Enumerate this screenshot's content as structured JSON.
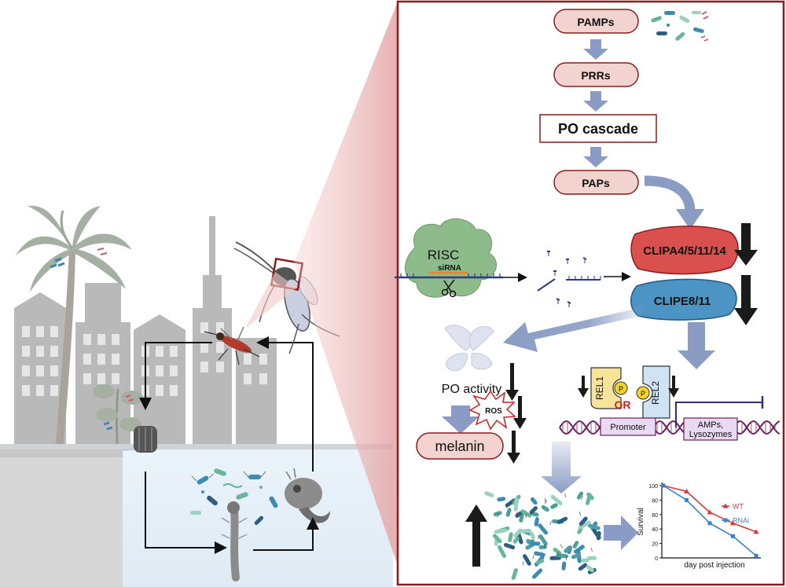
{
  "pathway": {
    "pamps": "PAMPs",
    "prrs": "PRRs",
    "po_cascade": "PO cascade",
    "paps": "PAPs",
    "clipa": "CLIPA4/5/11/14",
    "clipe": "CLIPE8/11",
    "risc": "RISC",
    "sirna": "siRNA",
    "po_activity": "PO activity",
    "ros": "ROS",
    "melanin": "melanin",
    "rel1": "REL1",
    "rel2": "REL2",
    "or": "OR",
    "p": "P",
    "promoter": "Promoter",
    "amps_line1": "AMPs,",
    "amps_line2": "Lysozymes"
  },
  "colors": {
    "frame": "#8b1c1c",
    "clipa_fill": "#d9504f",
    "clipe_fill": "#4b94c3",
    "pill_fill": "#f2d3d0",
    "arrow_blue": "#8a9cc4",
    "wt_line": "#d23a3a",
    "rnai_line": "#3b7fd0",
    "risc_fill": "#8dbb8a"
  },
  "chart_data": {
    "type": "line",
    "ylabel": "Survival",
    "xlabel": "day post injection",
    "ylim": [
      0,
      100
    ],
    "yticks": [
      "0",
      "20",
      "40",
      "60",
      "80",
      "100"
    ],
    "x": [
      0,
      1,
      2,
      3,
      4
    ],
    "series": [
      {
        "name": "WT",
        "values": [
          100,
          92,
          63,
          48,
          36
        ],
        "marker": "triangle"
      },
      {
        "name": "RNAi",
        "values": [
          100,
          80,
          48,
          30,
          3
        ],
        "marker": "square"
      }
    ]
  }
}
